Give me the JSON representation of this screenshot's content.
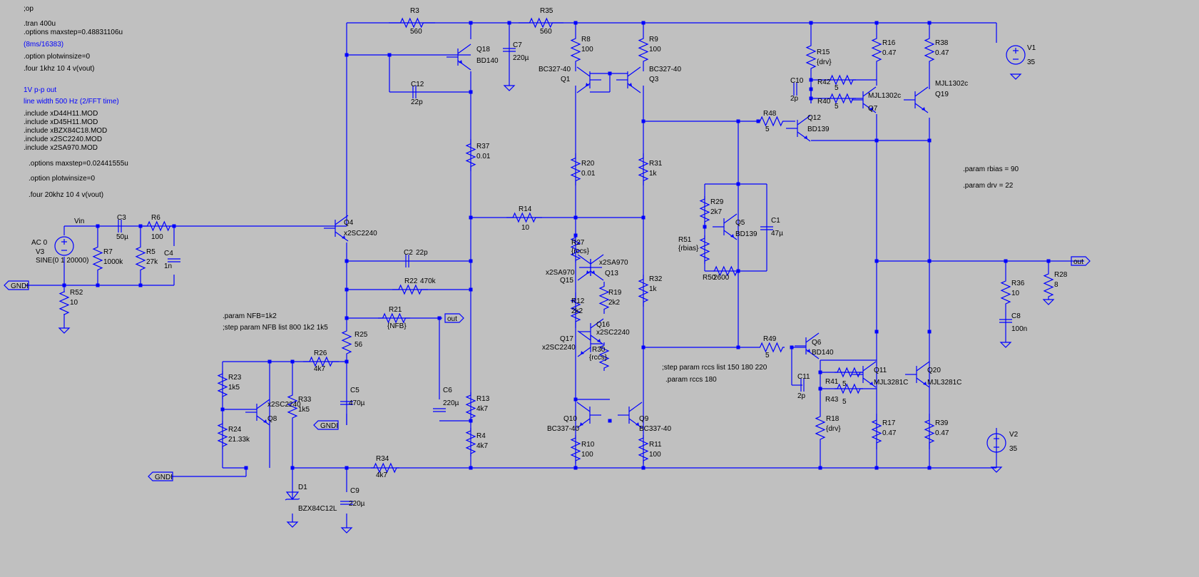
{
  "directives": [
    {
      "text": ";op",
      "blue": false
    },
    {
      "text": ".tran 400u",
      "blue": false
    },
    {
      "text": ".options maxstep=0.48831106u",
      "blue": false
    },
    {
      "text": "(8ms/16383)",
      "blue": true
    },
    {
      "text": ".option plotwinsize=0",
      "blue": false
    },
    {
      "text": ".four 1khz 10 4 v(vout)",
      "blue": false
    },
    {
      "text": "1V p-p out",
      "blue": true
    },
    {
      "text": "line width 500 Hz (2/FFT time)",
      "blue": true
    },
    {
      "text": ".include xD44H11.MOD",
      "blue": false
    },
    {
      "text": ".include xD45H11.MOD",
      "blue": false
    },
    {
      "text": ".include xBZX84C18.MOD",
      "blue": false
    },
    {
      "text": ".include x2SC2240.MOD",
      "blue": false
    },
    {
      "text": ".include x2SA970.MOD",
      "blue": false
    },
    {
      "text": ".options maxstep=0.02441555u",
      "blue": false
    },
    {
      "text": ".option plotwinsize=0",
      "blue": false
    },
    {
      "text": ".four 20khz 10 4 v(vout)",
      "blue": false
    },
    {
      "text": ".param NFB=1k2",
      "blue": false
    },
    {
      "text": ";step param NFB list 800 1k2 1k5",
      "blue": false
    },
    {
      "text": ";step param rccs list 150 180 220",
      "blue": false
    },
    {
      "text": ".param rccs 180",
      "blue": false
    },
    {
      "text": ".param rbias = 90",
      "blue": false
    },
    {
      "text": ".param drv = 22",
      "blue": false
    }
  ],
  "resistors": [
    {
      "ref": "R3",
      "value": "560"
    },
    {
      "ref": "R35",
      "value": "560"
    },
    {
      "ref": "R8",
      "value": "100"
    },
    {
      "ref": "R9",
      "value": "100"
    },
    {
      "ref": "R37",
      "value": "0.01"
    },
    {
      "ref": "R20",
      "value": "0.01"
    },
    {
      "ref": "R31",
      "value": "1k"
    },
    {
      "ref": "R14",
      "value": "10"
    },
    {
      "ref": "R27",
      "value": "{rccs}"
    },
    {
      "ref": "R19",
      "value": "2k2"
    },
    {
      "ref": "R12",
      "value": "2k2"
    },
    {
      "ref": "R30",
      "value": "{rccs}"
    },
    {
      "ref": "R32",
      "value": "1k"
    },
    {
      "ref": "R22",
      "value": "470k"
    },
    {
      "ref": "R21",
      "value": "{NFB}"
    },
    {
      "ref": "R25",
      "value": "56"
    },
    {
      "ref": "R26",
      "value": "4k7"
    },
    {
      "ref": "R23",
      "value": "1k5"
    },
    {
      "ref": "R24",
      "value": "21.33k"
    },
    {
      "ref": "R33",
      "value": "1k5"
    },
    {
      "ref": "R13",
      "value": "4k7"
    },
    {
      "ref": "R4",
      "value": "4k7"
    },
    {
      "ref": "R34",
      "value": "4k7"
    },
    {
      "ref": "R10",
      "value": "100"
    },
    {
      "ref": "R11",
      "value": "100"
    },
    {
      "ref": "R7",
      "value": "1000k"
    },
    {
      "ref": "R5",
      "value": "27k"
    },
    {
      "ref": "R6",
      "value": "100"
    },
    {
      "ref": "R52",
      "value": "10"
    },
    {
      "ref": "R15",
      "value": "{drv}"
    },
    {
      "ref": "R16",
      "value": "0.47"
    },
    {
      "ref": "R38",
      "value": "0.47"
    },
    {
      "ref": "R42",
      "value": "5"
    },
    {
      "ref": "R40",
      "value": "5"
    },
    {
      "ref": "R48",
      "value": "5"
    },
    {
      "ref": "R29",
      "value": "2k7"
    },
    {
      "ref": "R51",
      "value": "{rbias}"
    },
    {
      "ref": "R50",
      "value": "2600"
    },
    {
      "ref": "R49",
      "value": "5"
    },
    {
      "ref": "R41",
      "value": "5"
    },
    {
      "ref": "R43",
      "value": "5"
    },
    {
      "ref": "R18",
      "value": "{drv}"
    },
    {
      "ref": "R17",
      "value": "0.47"
    },
    {
      "ref": "R39",
      "value": "0.47"
    },
    {
      "ref": "R36",
      "value": "10"
    },
    {
      "ref": "R28",
      "value": "8"
    }
  ],
  "capacitors": [
    {
      "ref": "C3",
      "value": "50µ"
    },
    {
      "ref": "C4",
      "value": "1n"
    },
    {
      "ref": "C7",
      "value": "220µ"
    },
    {
      "ref": "C12",
      "value": "22p"
    },
    {
      "ref": "C2",
      "value": "22p"
    },
    {
      "ref": "C5",
      "value": "470µ"
    },
    {
      "ref": "C6",
      "value": "220µ"
    },
    {
      "ref": "C9",
      "value": "220µ"
    },
    {
      "ref": "C10",
      "value": "2p"
    },
    {
      "ref": "C1",
      "value": "47µ"
    },
    {
      "ref": "C11",
      "value": "2p"
    },
    {
      "ref": "C8",
      "value": "100n"
    }
  ],
  "transistors": [
    {
      "ref": "Q18",
      "model": "BD140"
    },
    {
      "ref": "Q4",
      "model": "x2SC2240"
    },
    {
      "ref": "Q1",
      "model": "BC327-40"
    },
    {
      "ref": "Q3",
      "model": "BC327-40"
    },
    {
      "ref": "Q13",
      "model": "x2SA970"
    },
    {
      "ref": "Q15",
      "model": "x2SA970"
    },
    {
      "ref": "Q16",
      "model": "x2SC2240"
    },
    {
      "ref": "Q17",
      "model": "x2SC2240"
    },
    {
      "ref": "Q10",
      "model": "BC337-40"
    },
    {
      "ref": "Q9",
      "model": "BC337-40"
    },
    {
      "ref": "Q8",
      "model": "x2SC2240"
    },
    {
      "ref": "Q12",
      "model": "BD139"
    },
    {
      "ref": "Q7",
      "model": "MJL1302c"
    },
    {
      "ref": "Q19",
      "model": "MJL1302c"
    },
    {
      "ref": "Q5",
      "model": "BD139"
    },
    {
      "ref": "Q6",
      "model": "BD140"
    },
    {
      "ref": "Q11",
      "model": "MJL3281C"
    },
    {
      "ref": "Q20",
      "model": "MJL3281C"
    }
  ],
  "sources": [
    {
      "ref": "V1",
      "value": "35"
    },
    {
      "ref": "V2",
      "value": "35"
    },
    {
      "ref": "V3",
      "ac": "AC 0",
      "value": "SINE(0 1 20000)"
    }
  ],
  "diode": {
    "ref": "D1",
    "model": "BZX84C12L"
  },
  "net_labels": {
    "vin": "Vin",
    "out": "out",
    "gndi": "GNDI"
  }
}
